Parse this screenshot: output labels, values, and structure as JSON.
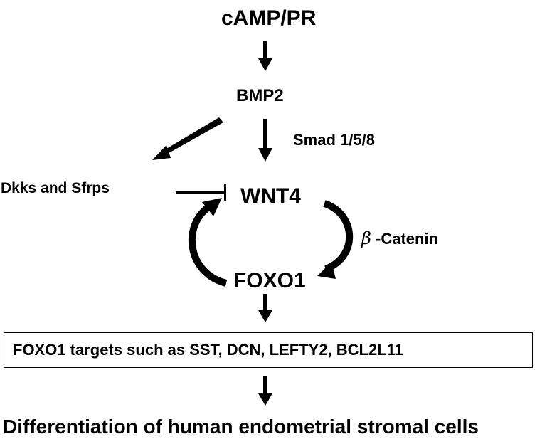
{
  "nodes": {
    "camp_pr": "cAMP/PR",
    "bmp2": "BMP2",
    "dkks_sfrps": "Dkks and Sfrps",
    "wnt4": "WNT4",
    "foxo1": "FOXO1",
    "foxo1_targets": "FOXO1 targets such as SST, DCN, LEFTY2, BCL2L11",
    "differentiation": "Differentiation of human endometrial stromal cells"
  },
  "edges": {
    "smad_label": "Smad 1/5/8",
    "beta_symbol": "β",
    "catenin_label": "-Catenin"
  }
}
